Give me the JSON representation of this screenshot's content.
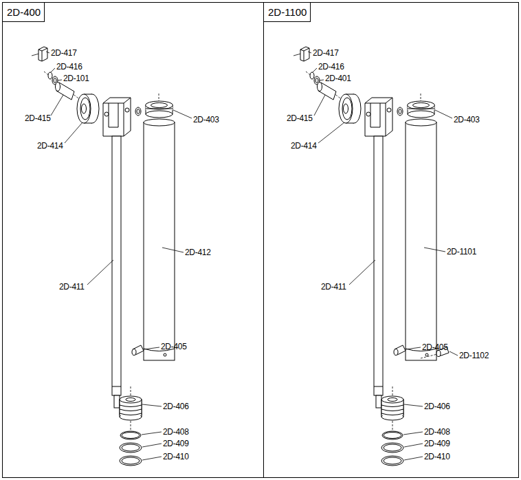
{
  "diagram": {
    "nodes": [
      {
        "text": [
          "2D-400"
        ]
      },
      {
        "text": [
          "2D-1100"
        ]
      }
    ],
    "labels": [
      "2D-417",
      "2D-416",
      "2D-101",
      "2D-415",
      "2D-414",
      "2D-403",
      "2D-412",
      "2D-411",
      "2D-405",
      "2D-406",
      "2D-408",
      "2D-409",
      "2D-410",
      "2D-417",
      "2D-416",
      "2D-401",
      "2D-415",
      "2D-414",
      "2D-403",
      "2D-1101",
      "2D-411",
      "2D-1102",
      "2D-405",
      "2D-406",
      "2D-408",
      "2D-409",
      "2D-410"
    ]
  }
}
